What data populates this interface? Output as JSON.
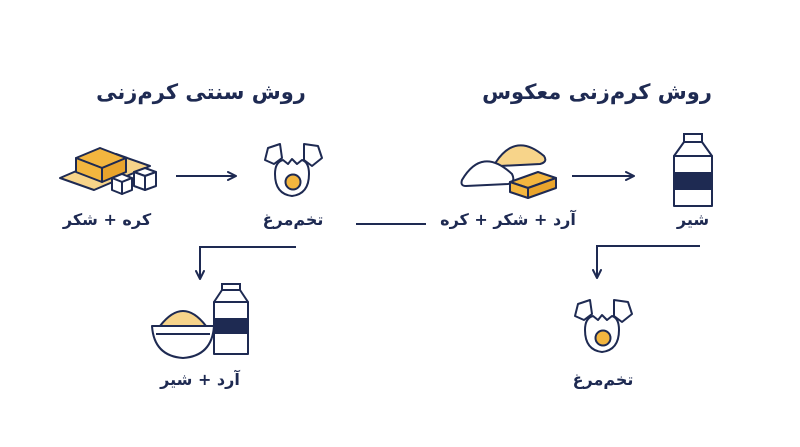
{
  "colors": {
    "navy": "#1e2a52",
    "gold": "#f3b63f",
    "gold_light": "#f7d48a",
    "white": "#ffffff"
  },
  "traditional": {
    "title": "روش سنتی کرم‌زنی",
    "step1_label": "کره + شکر",
    "step2_label": "تخم‌مرغ",
    "step3_label": "آرد + شیر"
  },
  "reverse": {
    "title": "روش کرم‌زنی معکوس",
    "step1_label": "آرد + شکر + کره",
    "step2_label": "شیر",
    "step3_label": "تخم‌مرغ"
  },
  "icons": {
    "butter_sugar": "butter-and-sugar-cubes-icon",
    "egg": "cracked-egg-icon",
    "flour_milk": "flour-bowl-and-milk-carton-icon",
    "flour_sugar_butter": "flour-sugar-butter-pile-icon",
    "milk": "milk-carton-icon"
  }
}
